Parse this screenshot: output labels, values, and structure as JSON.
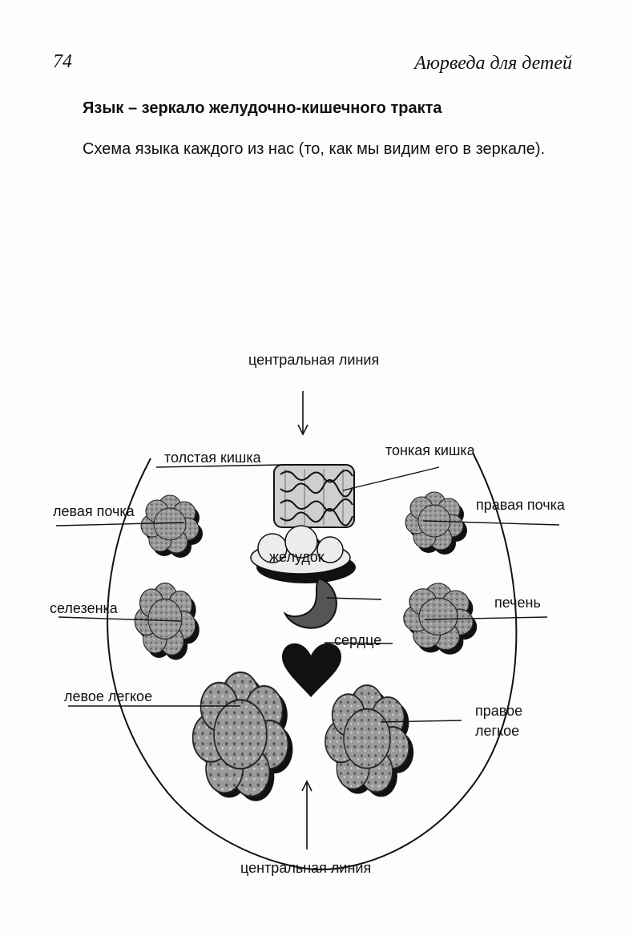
{
  "header": {
    "page_number": "74",
    "running_title": "Аюрведа для детей"
  },
  "content": {
    "heading": "Язык – зеркало желудочно-кишечного тракта",
    "subheading": "Схема языка каждого из нас (то, как мы видим его в зеркале)."
  },
  "diagram": {
    "labels": {
      "central_line_top": "центральная линия",
      "large_intestine": "толстая кишка",
      "small_intestine": "тонкая кишка",
      "left_kidney": "левая почка",
      "right_kidney": "правая почка",
      "stomach": "желудок",
      "spleen": "селезенка",
      "liver": "печень",
      "heart": "сердце",
      "left_lung": "левое легкое",
      "right_lung_line1": "правое",
      "right_lung_line2": "легкое",
      "central_line_bottom": "центральная линия"
    },
    "colors": {
      "organ_fill": "#8a8a8a",
      "organ_shadow": "#111111",
      "heart": "#111111",
      "outline": "#111111"
    }
  }
}
